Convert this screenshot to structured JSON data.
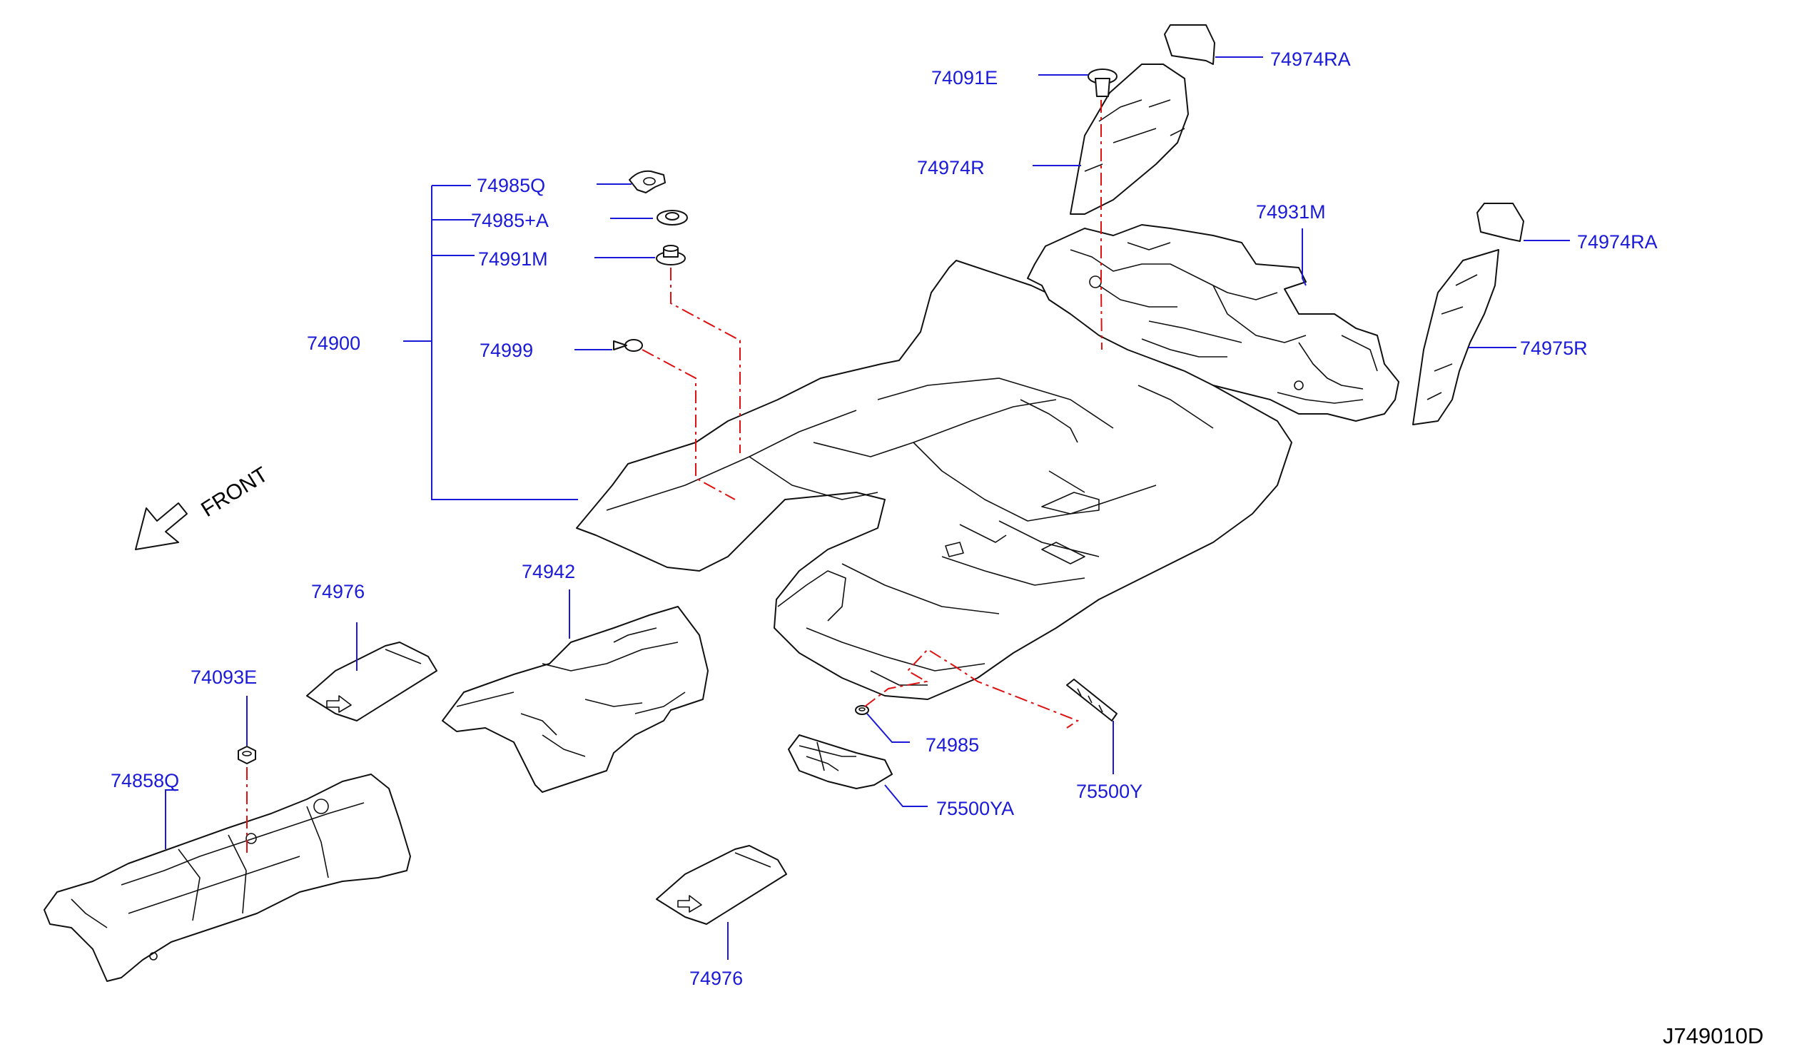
{
  "diagram": {
    "labels": {
      "p74985Q": "74985Q",
      "p74985A": "74985+A",
      "p74991M": "74991M",
      "p74900": "74900",
      "p74999": "74999",
      "p74091E": "74091E",
      "p74974R": "74974R",
      "p74974RA_1": "74974RA",
      "p74974RA_2": "74974RA",
      "p74931M": "74931M",
      "p74975R": "74975R",
      "p74976_1": "74976",
      "p74976_2": "74976",
      "p74942": "74942",
      "p74093E": "74093E",
      "p74858Q": "74858Q",
      "p74985": "74985",
      "p75500YA": "75500YA",
      "p75500Y": "75500Y"
    },
    "front_label": "FRONT",
    "diagram_code": "J749010D"
  },
  "colors": {
    "label": "#1a1ad8",
    "callout_line": "#1a1ad8",
    "dashed_connector": "#e01010",
    "outline": "#111111"
  }
}
